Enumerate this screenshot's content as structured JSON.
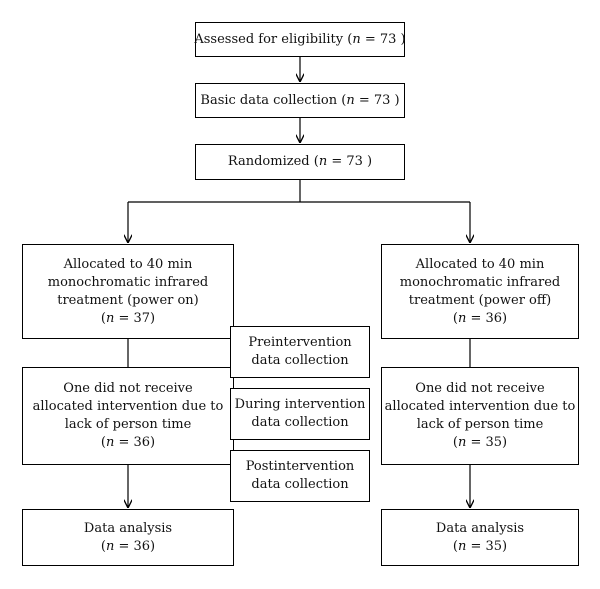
{
  "diagram": {
    "assessed": {
      "prefix": "Assessed for eligibility (",
      "n": "n",
      "suffix": " = 73 )"
    },
    "basic": {
      "prefix": "Basic data collection (",
      "n": "n",
      "suffix": " = 73 )"
    },
    "randomized": {
      "prefix": "Randomized (",
      "n": "n",
      "suffix": " = 73 )"
    },
    "left_alloc": {
      "lines": [
        "Allocated to 40 min",
        "monochromatic infrared",
        "treatment (power on)"
      ],
      "n_prefix": "(",
      "n": "n",
      "n_suffix": " = 37)"
    },
    "right_alloc": {
      "lines": [
        "Allocated to 40 min",
        "monochromatic infrared",
        "treatment (power off)"
      ],
      "n_prefix": "(",
      "n": "n",
      "n_suffix": " = 36)"
    },
    "left_dropout": {
      "lines": [
        "One did not receive",
        "allocated intervention due to",
        "lack of person time"
      ],
      "n_prefix": "(",
      "n": "n",
      "n_suffix": " = 36)"
    },
    "right_dropout": {
      "lines": [
        "One did not receive",
        "allocated intervention due to",
        "lack of person time"
      ],
      "n_prefix": "(",
      "n": "n",
      "n_suffix": " = 35)"
    },
    "left_analysis": {
      "label": "Data analysis",
      "n_prefix": "(",
      "n": "n",
      "n_suffix": " = 36)"
    },
    "right_analysis": {
      "label": "Data analysis",
      "n_prefix": "(",
      "n": "n",
      "n_suffix": " = 35)"
    },
    "legend": {
      "pre": [
        "Preintervention",
        "data collection"
      ],
      "during": [
        "During intervention",
        "data collection"
      ],
      "post": [
        "Postintervention",
        "data collection"
      ]
    }
  }
}
